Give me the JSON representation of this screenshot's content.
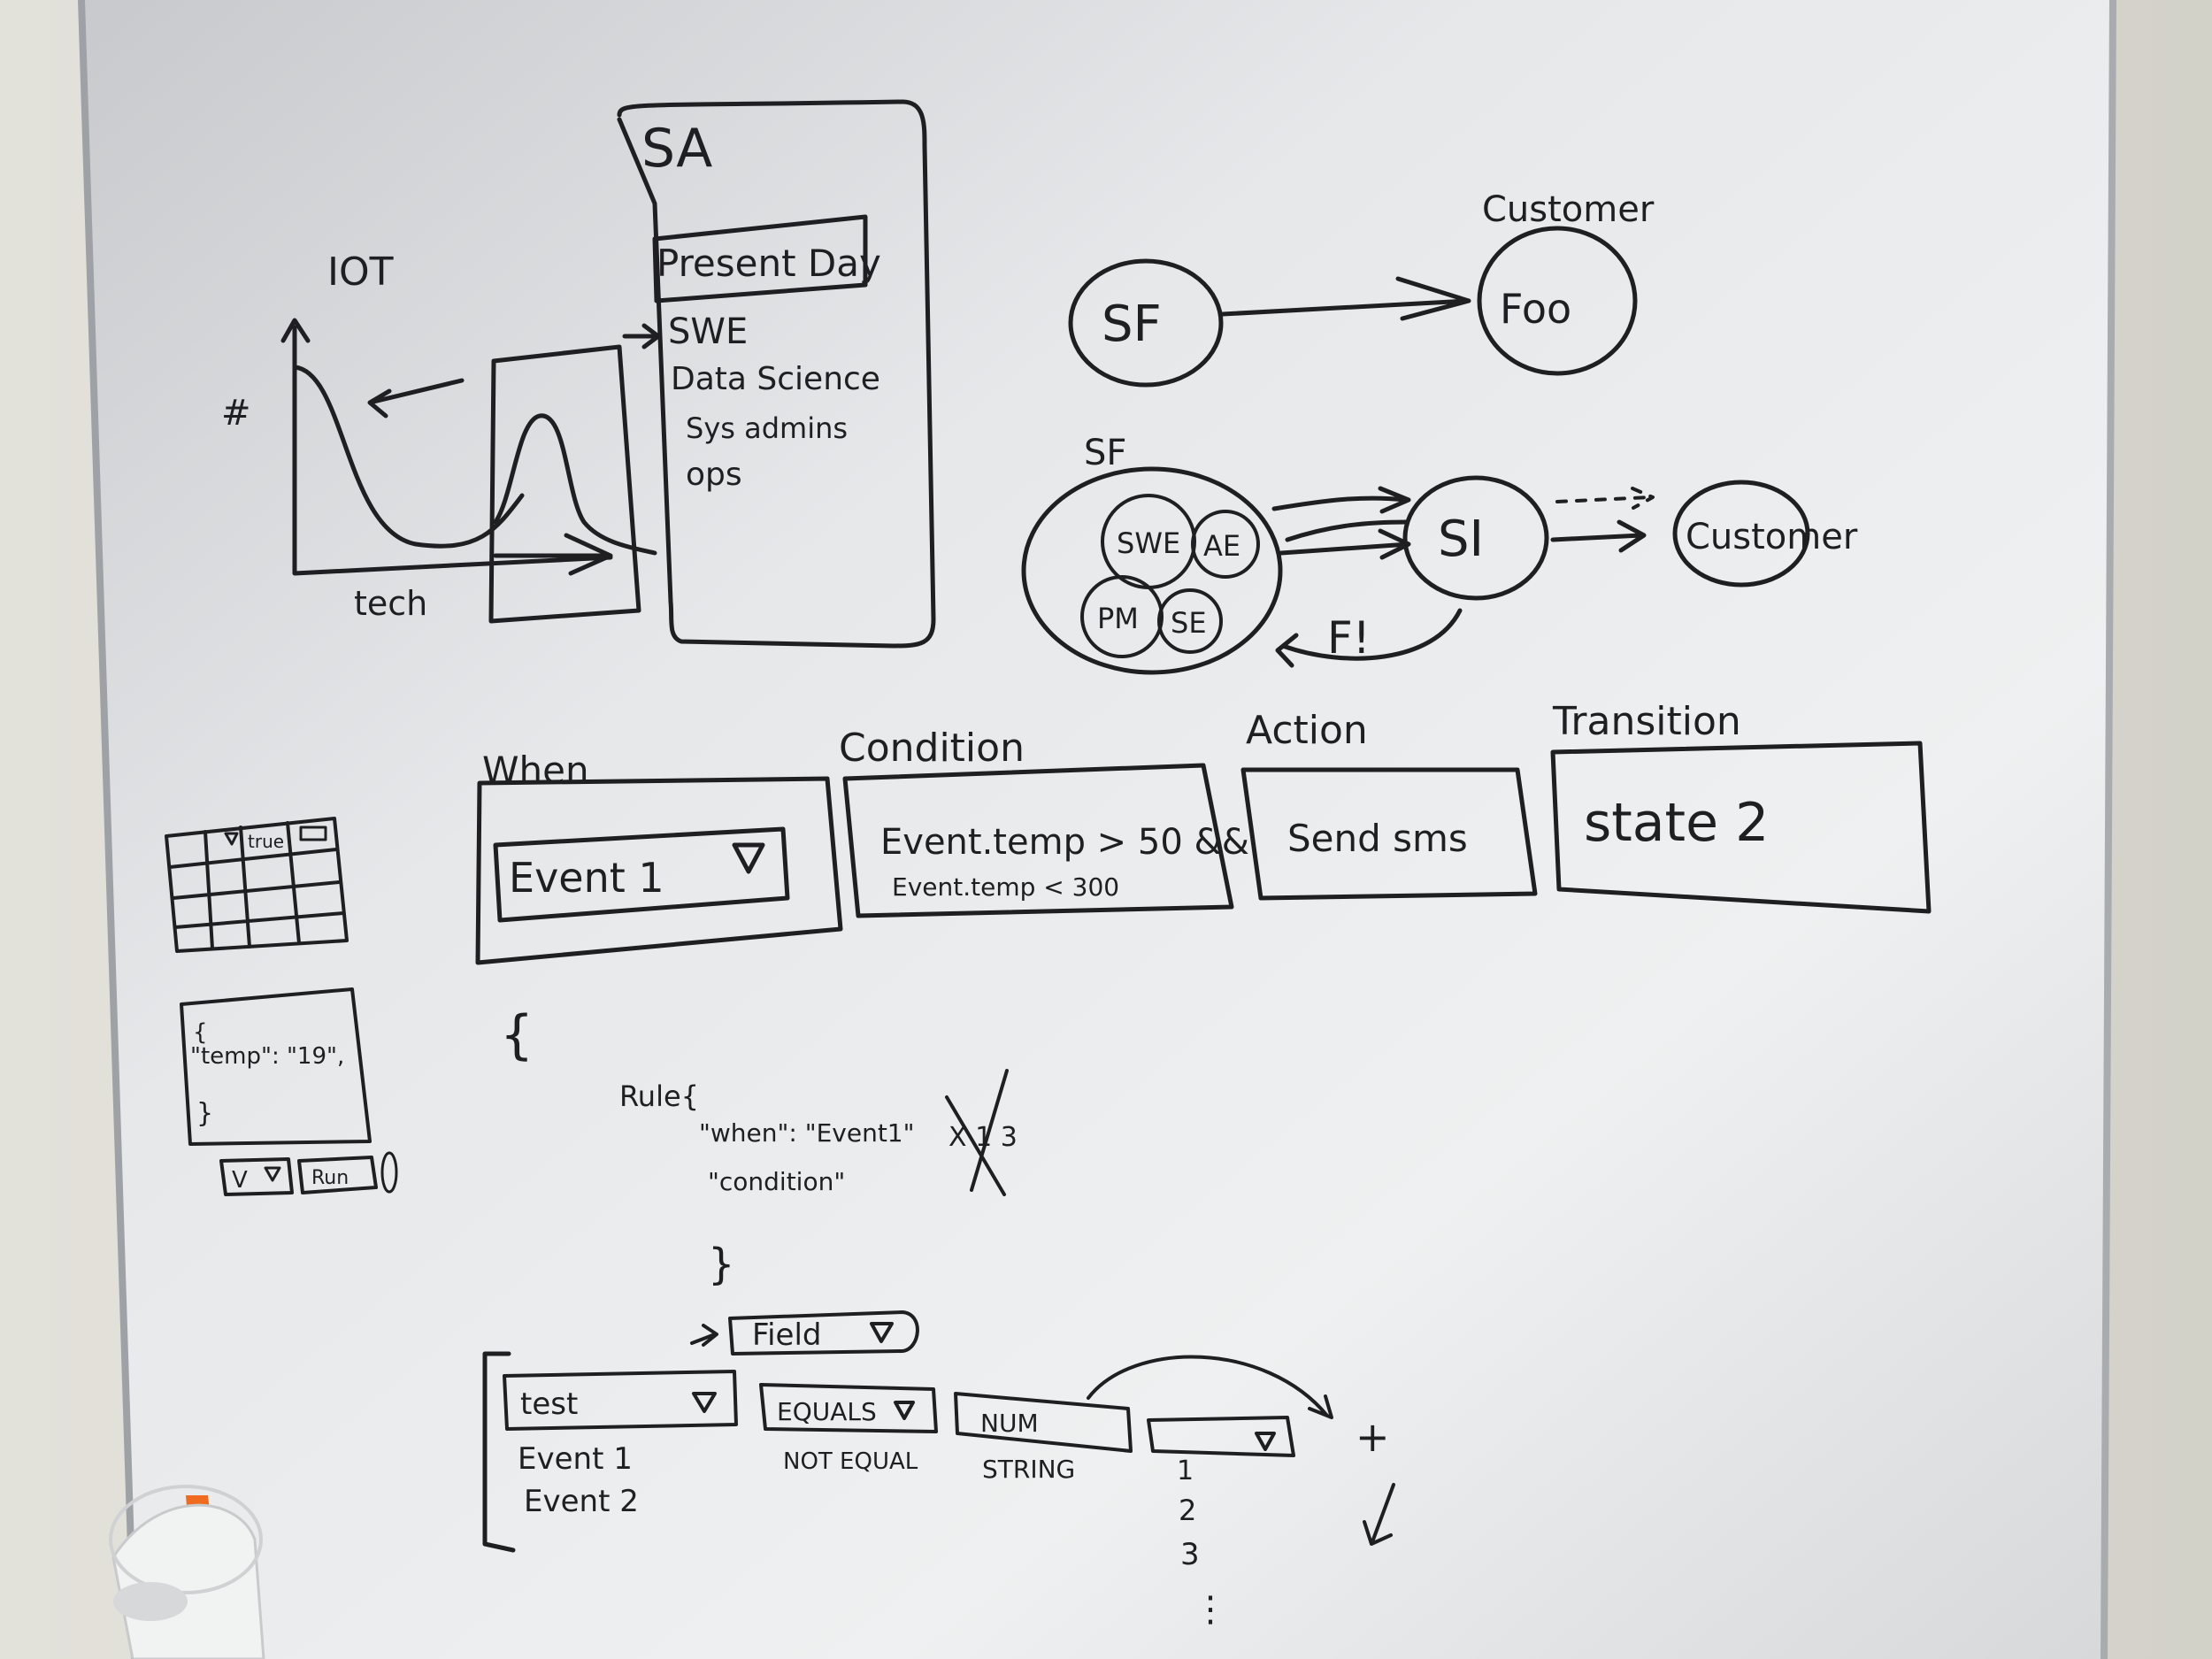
{
  "iot_sketch": {
    "title": "IOT",
    "y_label": "#",
    "x_label": "tech"
  },
  "sa_panel": {
    "title": "SA",
    "highlight": "Present Day",
    "roles": [
      "SWE",
      "Data Science",
      "Sys admins",
      "ops"
    ]
  },
  "customer_flow": {
    "top_label": "Customer",
    "node_sf": "SF",
    "node_foo": "Foo",
    "group_label": "SF",
    "team_members": [
      "SWE",
      "AE",
      "PM",
      "SE"
    ],
    "node_si": "SI",
    "node_customer": "Customer",
    "feedback": "F!"
  },
  "rule_builder": {
    "columns": [
      {
        "header": "When",
        "content": "Event 1",
        "has_dropdown": true
      },
      {
        "header": "Condition",
        "content": "Event.temp > 50 &&",
        "subcontent": "Event.temp < 300"
      },
      {
        "header": "Action",
        "content": "Send sms"
      },
      {
        "header": "Transition",
        "content": "state 2"
      }
    ]
  },
  "mini_widgets": {
    "table_header": "true",
    "json_box": [
      "{",
      "\"temp\": \"19\",",
      "}"
    ],
    "dropdown_label": "V",
    "run_label": "Run"
  },
  "rule_json": {
    "open_brace": "{",
    "rule_head": "Rule{",
    "when_line": "\"when\": \"Event1\"",
    "crossed": "X 1 3",
    "condition_line": "\"condition\"",
    "close_brace": "}"
  },
  "field_builder": {
    "field_label": "Field",
    "select_value": "test",
    "select_options": [
      "Event 1",
      "Event 2"
    ],
    "operator_value": "EQUALS",
    "operator_options": [
      "NOT EQUAL"
    ],
    "type_value": "NUM",
    "type_options": [
      "STRING"
    ],
    "number_options": [
      "1",
      "2",
      "3",
      "⋮"
    ],
    "plus": "+"
  }
}
